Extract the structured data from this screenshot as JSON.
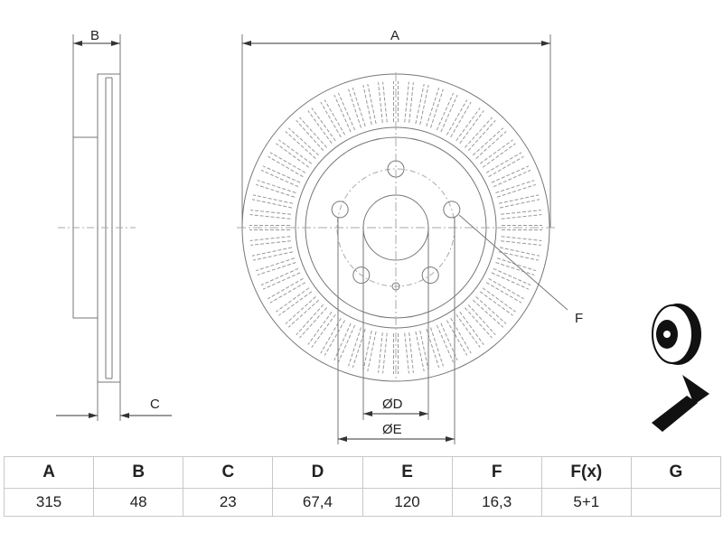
{
  "drawing": {
    "labels": {
      "A": "A",
      "B": "B",
      "C": "C",
      "D": "ØD",
      "E": "ØE",
      "F": "F"
    },
    "icons": [
      "brake-disc-icon",
      "countersunk-screw-icon"
    ]
  },
  "table": {
    "headers": [
      "A",
      "B",
      "C",
      "D",
      "E",
      "F",
      "F(x)",
      "G"
    ],
    "values": [
      "315",
      "48",
      "23",
      "67,4",
      "120",
      "16,3",
      "5+1",
      ""
    ]
  }
}
